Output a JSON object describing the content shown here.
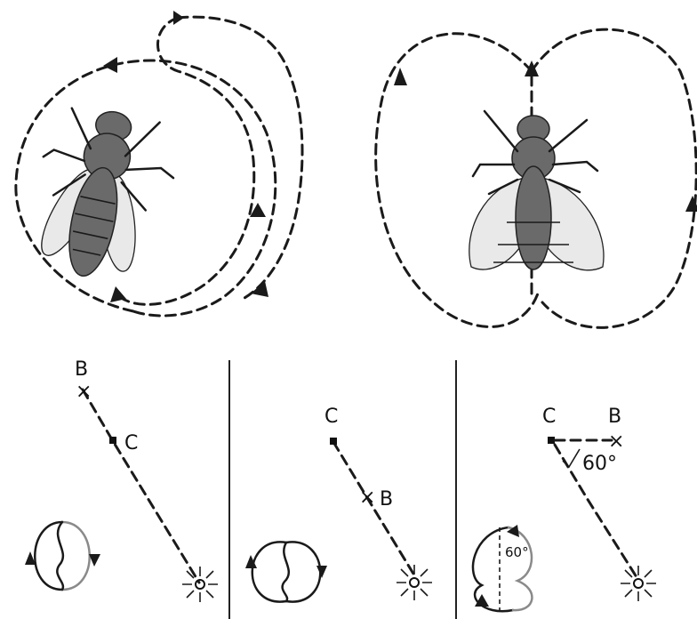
{
  "panels": [
    {
      "point_far": "B",
      "point_near": "C"
    },
    {
      "point_far": "C",
      "point_near": "B"
    },
    {
      "point_left": "C",
      "point_right": "B",
      "angle": "60°",
      "dance_angle": "60°"
    }
  ],
  "colors": {
    "ink": "#1a1a1a",
    "grey": "#8a8a8a"
  },
  "icons": [
    "bee-icon",
    "sun-icon",
    "waggle-dance-icon"
  ]
}
